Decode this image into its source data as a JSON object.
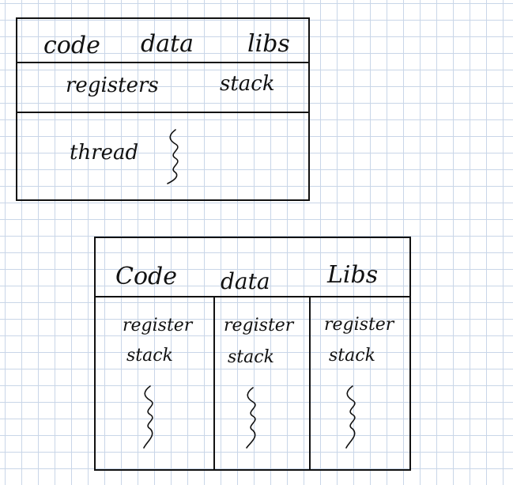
{
  "single_thread": {
    "code": "code",
    "data": "data",
    "libs": "libs",
    "registers": "registers",
    "stack": "stack",
    "thread": "thread"
  },
  "multi_thread": {
    "code": "Code",
    "data": "data",
    "libs": "Libs",
    "columns": [
      {
        "register": "register",
        "stack": "stack"
      },
      {
        "register": "register",
        "stack": "stack"
      },
      {
        "register": "register",
        "stack": "stack"
      }
    ]
  }
}
